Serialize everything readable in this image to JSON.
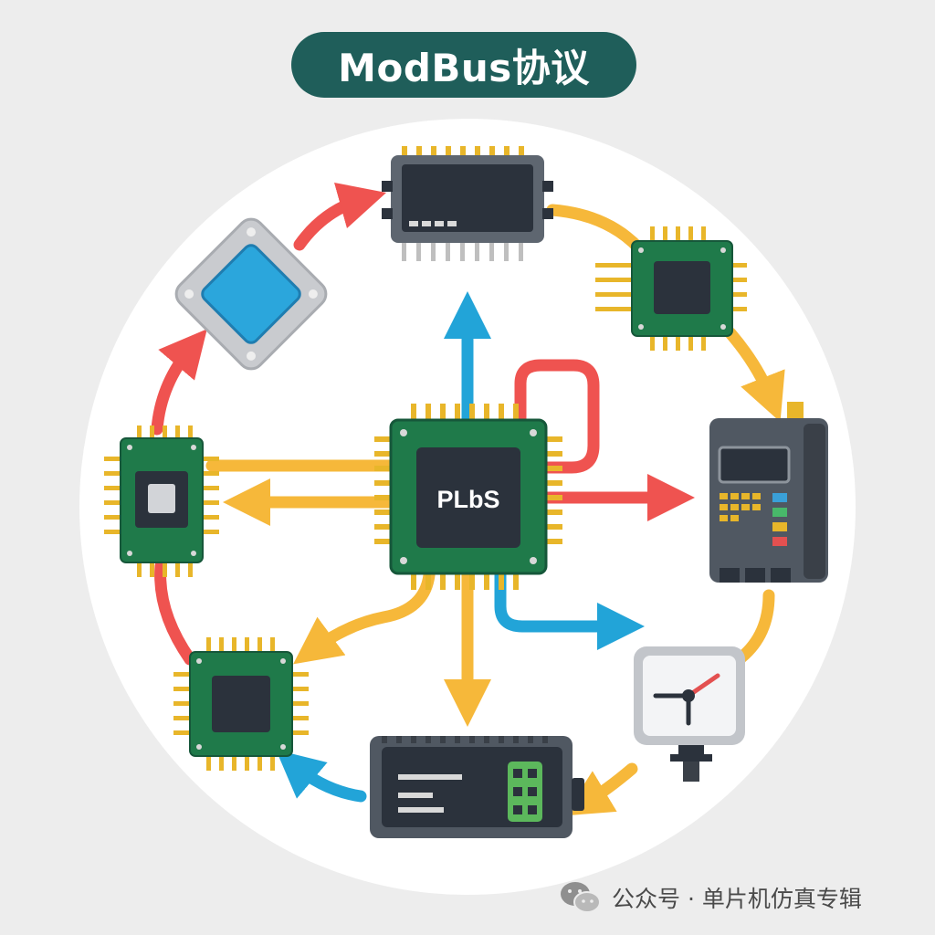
{
  "title": "ModBus协议",
  "central_chip_label": "PLbS",
  "watermark": "公众号 · 单片机仿真专辑",
  "icons": [
    "chip-icon",
    "processor-icon",
    "plc-controller-icon",
    "gauge-icon",
    "io-module-icon",
    "wechat-icon"
  ],
  "colors": {
    "background": "#ededed",
    "circle": "#ffffff",
    "title_pill": "#1f5e5a",
    "pcb_green": "#1f7a4a",
    "chip_dark": "#2b323c",
    "pin_gold": "#e8b62a",
    "arrow_red": "#ef5350",
    "arrow_yellow": "#f6b83a",
    "arrow_blue": "#22a4d8"
  }
}
